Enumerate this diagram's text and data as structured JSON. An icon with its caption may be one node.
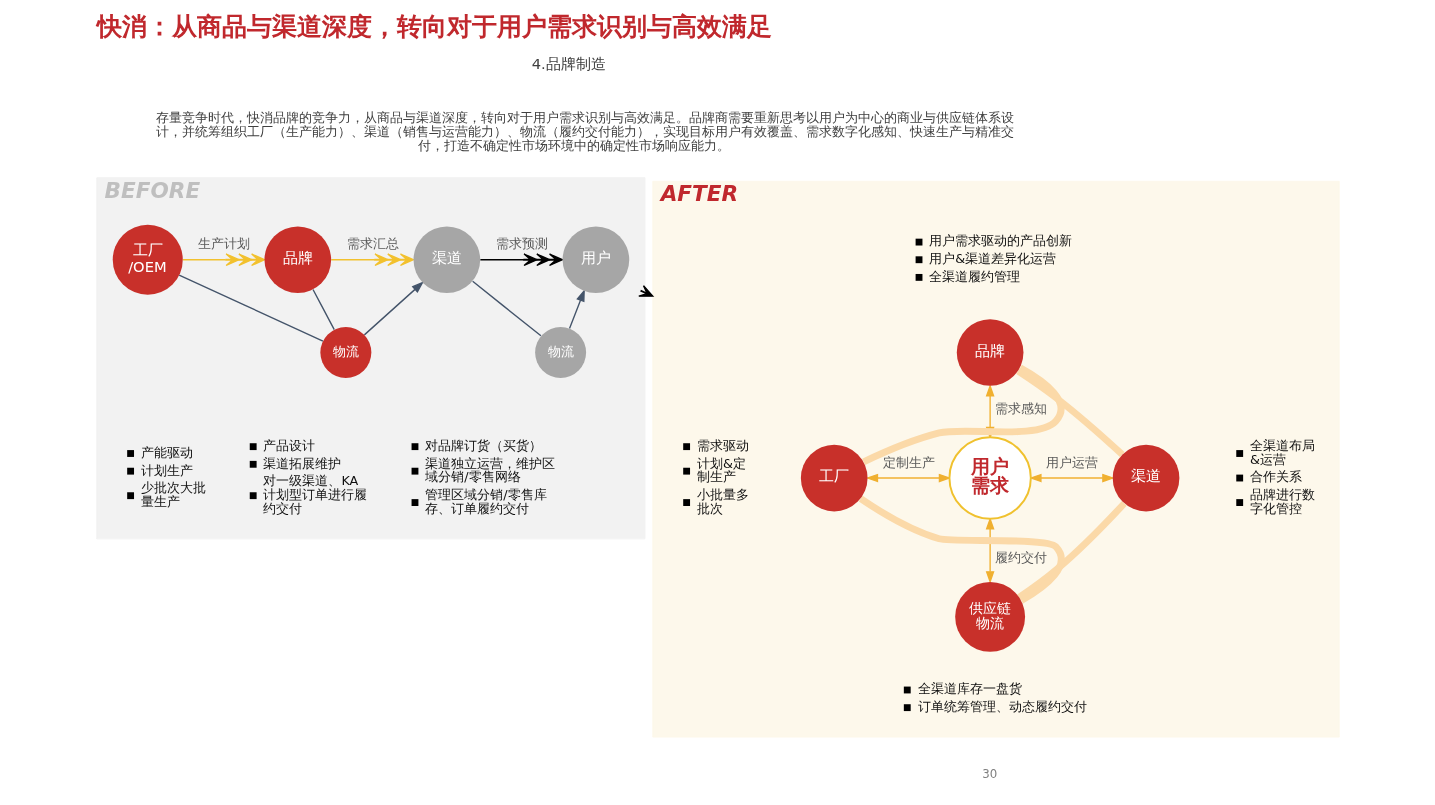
{
  "diagram": {
    "title": "快消：从商品与渠道深度，转向对于用户需求识别与高效满足",
    "nodes": [
      {
        "text": [
          "BEFORE"
        ]
      },
      {
        "text": [
          "工厂/OEM"
        ],
        "in": 0,
        "beside": [
          "产能驱动",
          "计划生产",
          "少批次大批量生产"
        ]
      },
      {
        "text": [
          "品牌"
        ],
        "in": 0,
        "beside": [
          "产品设计",
          "渠道拓展维护",
          "对一级渠道、KA计划型订单进行履约交付"
        ]
      },
      {
        "text": [
          "渠道"
        ],
        "in": 0,
        "beside": [
          "对品牌订货（买货）",
          "渠道独立运营，维护区域分销/零售网络",
          "管理区域分销/零售库存、订单履约交付"
        ]
      },
      {
        "text": [
          "用户"
        ],
        "in": 0
      },
      {
        "text": [
          "物流"
        ],
        "in": 0
      },
      {
        "text": [
          "物流"
        ],
        "in": 0
      },
      {
        "text": [
          "AFTER"
        ]
      },
      {
        "text": [
          "品牌"
        ],
        "in": 7,
        "beside": [
          "用户需求驱动的产品创新",
          "用户&渠道差异化运营",
          "全渠道履约管理"
        ]
      },
      {
        "text": [
          "工厂"
        ],
        "in": 7,
        "beside": [
          "需求驱动",
          "计划&定制生产",
          "小批量多批次"
        ]
      },
      {
        "text": [
          "用户需求"
        ],
        "in": 7
      },
      {
        "text": [
          "渠道"
        ],
        "in": 7,
        "beside": [
          "全渠道布局&运营",
          "合作关系",
          "品牌进行数字化管控"
        ]
      },
      {
        "text": [
          "供应链物流"
        ],
        "in": 7,
        "beside": [
          "全渠道库存一盘货",
          "订单统筹管理、动态履约交付"
        ]
      }
    ],
    "edges": [
      {
        "from": 1,
        "to": 2,
        "arrow": "to",
        "label": "生产计划",
        "color": "#f2c12e"
      },
      {
        "from": 2,
        "to": 3,
        "arrow": "to",
        "label": "需求汇总",
        "color": "#f2c12e"
      },
      {
        "from": 3,
        "to": 4,
        "arrow": "to",
        "label": "需求预测",
        "color": "#000000"
      },
      {
        "from": 1,
        "to": 5,
        "arrow": "none"
      },
      {
        "from": 2,
        "to": 5,
        "arrow": "none"
      },
      {
        "from": 5,
        "to": 3,
        "arrow": "to"
      },
      {
        "from": 3,
        "to": 6,
        "arrow": "none"
      },
      {
        "from": 6,
        "to": 4,
        "arrow": "to"
      },
      {
        "from": 0,
        "to": 7,
        "arrow": "to",
        "color": "#000000"
      },
      {
        "from": 8,
        "to": 10,
        "arrow": "both",
        "label": "需求感知",
        "color": "#f0b030"
      },
      {
        "from": 9,
        "to": 10,
        "arrow": "both",
        "label": "定制生产",
        "color": "#f0b030"
      },
      {
        "from": 10,
        "to": 11,
        "arrow": "both",
        "label": "用户运营",
        "color": "#f0b030"
      },
      {
        "from": 10,
        "to": 12,
        "arrow": "both",
        "label": "履约交付",
        "color": "#f0b030"
      },
      {
        "from": 8,
        "to": 11,
        "arrow": "none",
        "style": "thick",
        "color": "#fbd9a8"
      },
      {
        "from": 11,
        "to": 12,
        "arrow": "none",
        "style": "thick",
        "color": "#fbd9a8"
      },
      {
        "from": 12,
        "to": 9,
        "arrow": "none",
        "style": "thick",
        "color": "#fbd9a8"
      },
      {
        "from": 9,
        "to": 8,
        "arrow": "none",
        "style": "thick",
        "color": "#fbd9a8"
      }
    ],
    "labels": [
      "4.品牌制造",
      "存量竞争时代，快消品牌的竞争力，从商品与渠道深度，转向对于用户需求识别与高效满足。品牌商需要重新思考以用户为中心的商业与供应链体系设计，并统筹组织工厂（生产能力）、渠道（销售与运营能力）、物流（履约交付能力），实现目标用户有效覆盖、需求数字化感知、快速生产与精准交付，打造不确定性市场环境中的确定性市场响应能力。",
      "30"
    ]
  }
}
